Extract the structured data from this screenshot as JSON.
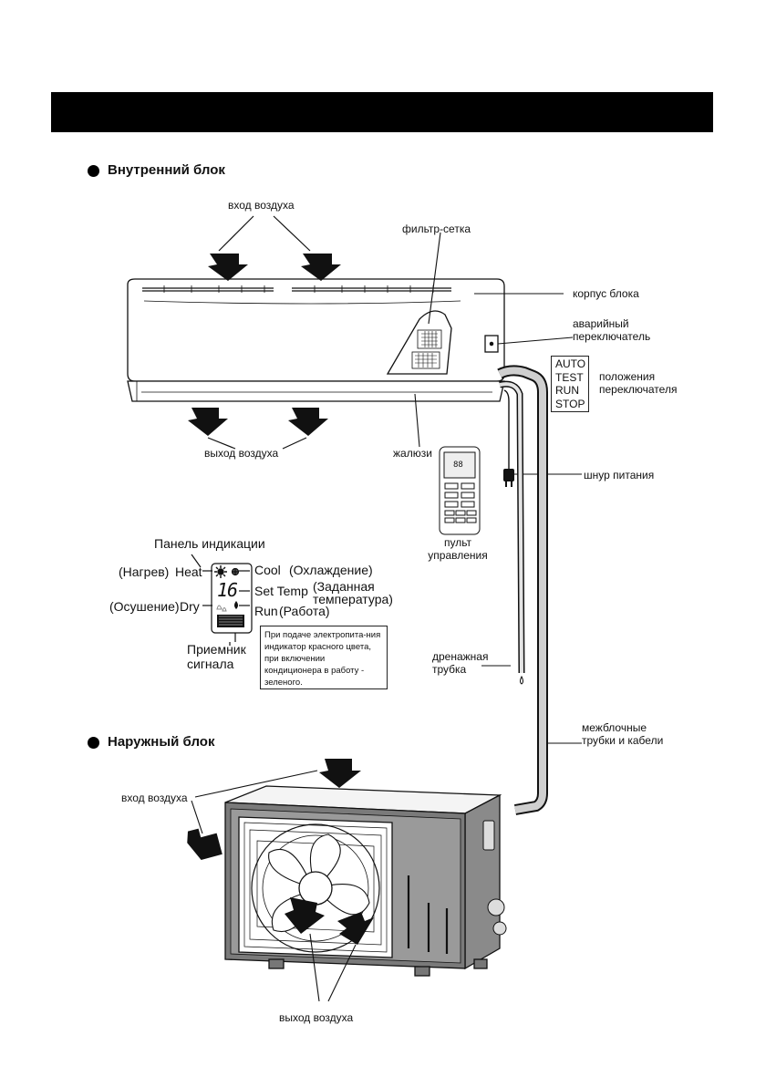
{
  "indoor": {
    "section_title": "Внутренний блок",
    "air_in": "вход воздуха",
    "filter": "фильтр-сетка",
    "body": "корпус блока",
    "emergency_switch": "аварийный переключатель",
    "switch_positions_label": "положения переключателя",
    "switch_modes": [
      "AUTO",
      "TEST",
      "RUN",
      "STOP"
    ],
    "air_out": "выход воздуха",
    "louvers": "жалюзи",
    "power_cord": "шнур питания",
    "remote": "пульт управления",
    "drain_pipe": "дренажная трубка"
  },
  "display_panel": {
    "title": "Панель индикации",
    "heat_ru": "(Нагрев)",
    "heat": "Heat",
    "cool": "Cool",
    "cool_ru": "(Охлаждение)",
    "set_temp": "Set Temp",
    "set_temp_ru": "(Заданная температура)",
    "dry_ru": "(Осушение)",
    "dry": "Dry",
    "run": "Run",
    "run_ru": "(Работа)",
    "temp_value": "16",
    "receiver": "Приемник сигнала",
    "note": "При подаче электропита-ния индикатор красного цвета, при включении кондиционера в работу - зеленого."
  },
  "interconnect": "межблочные трубки и кабели",
  "outdoor": {
    "section_title": "Наружный блок",
    "air_in": "вход воздуха",
    "air_out": "выход воздуха"
  },
  "icons": [
    "sun-icon",
    "snowflake-icon",
    "drop-icon",
    "run-icon",
    "plug-icon"
  ]
}
